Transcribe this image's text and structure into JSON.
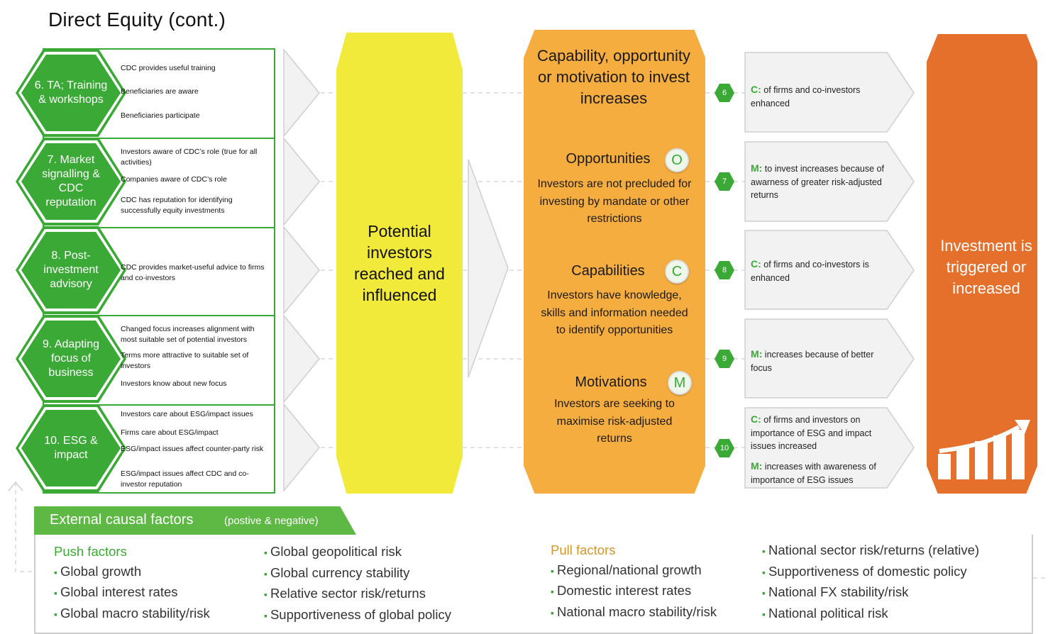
{
  "title": "Direct Equity (cont.)",
  "rows": [
    {
      "num": "6",
      "hex_label": "6. TA; Training & workshops",
      "activities": [
        "CDC provides useful training",
        "Beneficiaries are aware",
        "Beneficiaries participate"
      ]
    },
    {
      "num": "7",
      "hex_label": "7. Market signalling & CDC reputation",
      "activities": [
        "Investors aware of CDC’s role (true for all activities)",
        "Companies aware of CDC’s role",
        "CDC has reputation for identifying successfully equity investments"
      ]
    },
    {
      "num": "8",
      "hex_label": "8. Post-investment advisory",
      "activities": [
        "CDC provides market-useful advice to firms and co-investors"
      ]
    },
    {
      "num": "9",
      "hex_label": "9. Adapting focus of business",
      "activities": [
        "Changed focus increases alignment with most suitable set of potential investors",
        "Terms more attractive to suitable set of investors",
        "Investors know about new focus"
      ]
    },
    {
      "num": "10",
      "hex_label": "10. ESG & impact",
      "activities": [
        "Investors care about ESG/impact issues",
        "Firms care about ESG/impact",
        "ESG/impact issues affect counter-party risk",
        "ESG/impact issues affect CDC and co-investor reputation"
      ]
    }
  ],
  "yellow_label": "Potential investors reached and influenced",
  "orange": {
    "heading": "Capability, opportunity or motivation to invest increases",
    "sections": [
      {
        "title": "Opportunities",
        "badge": "O",
        "body": "Investors are not precluded for investing by mandate or other restrictions"
      },
      {
        "title": "Capabilities",
        "badge": "C",
        "body": "Investors have knowledge, skills and information needed to identify opportunities"
      },
      {
        "title": "Motivations",
        "badge": "M",
        "body": "Investors are seeking to maximise risk-adjusted returns"
      }
    ]
  },
  "outcomes": [
    {
      "num": "6",
      "items": [
        {
          "key": "C:",
          "text": " of firms and co-investors enhanced"
        }
      ]
    },
    {
      "num": "7",
      "items": [
        {
          "key": "M:",
          "text": " to invest increases because of awarness of greater risk-adjusted returns"
        }
      ]
    },
    {
      "num": "8",
      "items": [
        {
          "key": "C:",
          "text": " of firms and co-investors is enhanced"
        }
      ]
    },
    {
      "num": "9",
      "items": [
        {
          "key": "M:",
          "text": " increases because of better focus"
        }
      ]
    },
    {
      "num": "10",
      "items": [
        {
          "key": "C:",
          "text": " of firms and investors on importance of ESG and impact issues increased"
        },
        {
          "key": "M:",
          "text": " increases with awareness of importance of ESG issues"
        }
      ]
    }
  ],
  "result_label": "Investment is triggered or increased",
  "external": {
    "title": "External causal factors",
    "subtitle": "(postive & negative)",
    "push_heading": "Push factors",
    "push_col1": [
      "Global growth",
      "Global interest rates",
      "Global macro stability/risk"
    ],
    "push_col2": [
      "Global geopolitical risk",
      "Global currency stability",
      "Relative sector risk/returns",
      "Supportiveness of global policy"
    ],
    "pull_heading": "Pull factors",
    "pull_col1": [
      "Regional/national growth",
      "Domestic interest rates",
      "National macro stability/risk"
    ],
    "pull_col2": [
      "National sector risk/returns (relative)",
      "Supportiveness of domestic policy",
      "National FX stability/risk",
      "National political risk"
    ]
  },
  "colors": {
    "green": "#3aa935",
    "yellow": "#f1ea3a",
    "orange": "#f5ad40",
    "red_orange": "#e5702c"
  }
}
